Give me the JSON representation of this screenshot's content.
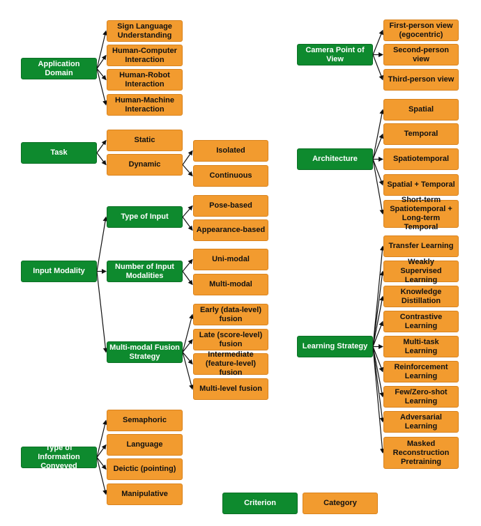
{
  "colors": {
    "criterion": "#0e8a2e",
    "category": "#f29b2f"
  },
  "legend": {
    "criterion": "Criterion",
    "category": "Category"
  },
  "criteria": {
    "application_domain": "Application Domain",
    "task": "Task",
    "input_modality": "Input Modality",
    "type_of_information_conveyed": "Type of Information Conveyed",
    "camera_point_of_view": "Camera Point of View",
    "architecture": "Architecture",
    "learning_strategy": "Learning Strategy",
    "type_of_input": "Type of Input",
    "number_of_input_modalities": "Number of Input Modalities",
    "multimodal_fusion_strategy": "Multi-modal Fusion Strategy"
  },
  "categories": {
    "sign_language": "Sign Language Understanding",
    "hci": "Human-Computer Interaction",
    "hri": "Human-Robot Interaction",
    "hmi": "Human-Machine Interaction",
    "static": "Static",
    "dynamic": "Dynamic",
    "isolated": "Isolated",
    "continuous": "Continuous",
    "pose_based": "Pose-based",
    "appearance_based": "Appearance-based",
    "uni_modal": "Uni-modal",
    "multi_modal": "Multi-modal",
    "early_fusion": "Early (data-level) fusion",
    "late_fusion": "Late (score-level) fusion",
    "intermediate_fusion": "Intermediate (feature-level) fusion",
    "multi_level_fusion": "Multi-level fusion",
    "semaphoric": "Semaphoric",
    "language": "Language",
    "deictic": "Deictic (pointing)",
    "manipulative": "Manipulative",
    "first_person": "First-person view (egocentric)",
    "second_person": "Second-person view",
    "third_person": "Third-person view",
    "spatial": "Spatial",
    "temporal": "Temporal",
    "spatiotemporal": "Spatiotemporal",
    "spatial_plus_temporal": "Spatial + Temporal",
    "short_long_term": "Short-term Spatiotemporal + Long-term Temporal",
    "transfer_learning": "Transfer Learning",
    "weakly_supervised": "Weakly Supervised Learning",
    "knowledge_distillation": "Knowledge Distillation",
    "contrastive_learning": "Contrastive Learning",
    "multi_task_learning": "Multi-task Learning",
    "reinforcement_learning": "Reinforcement Learning",
    "few_zero_shot": "Few/Zero-shot Learning",
    "adversarial_learning": "Adversarial Learning",
    "masked_reconstruction": "Masked Reconstruction Pretraining"
  }
}
